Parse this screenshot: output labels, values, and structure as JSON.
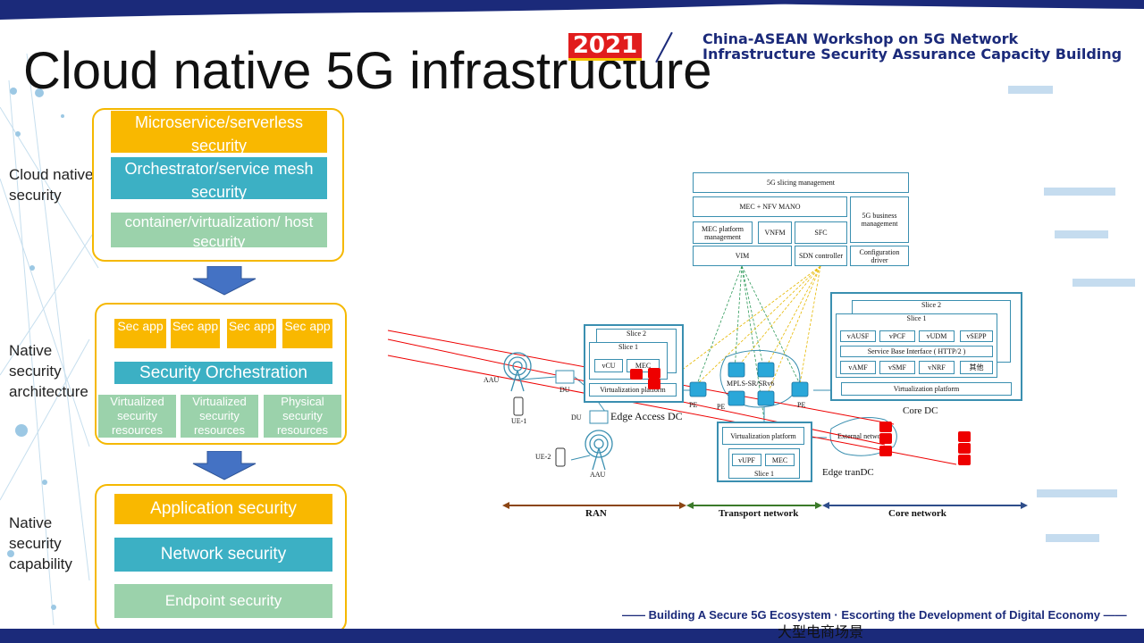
{
  "header": {
    "title": "Cloud native 5G infrastructure",
    "year_badge": "2021",
    "workshop_line1": "China-ASEAN Workshop on 5G Network",
    "workshop_line2": "Infrastructure Security Assurance Capacity Building"
  },
  "left": {
    "cloud_label": "Cloud native security",
    "cloud_items": [
      "Microservice/serverless security",
      "Orchestrator/service mesh security",
      "container/virtualization/ host security"
    ],
    "arch_label": "Native security architecture",
    "sec_apps": [
      "Sec app",
      "Sec app",
      "Sec app",
      "Sec app"
    ],
    "orchestration": "Security Orchestration",
    "resources": [
      "Virtualized security resources",
      "Virtualized security resources",
      "Physical security resources"
    ],
    "cap_label": "Native security capability",
    "cap_items": [
      "Application security",
      "Network security",
      "Endpoint security"
    ]
  },
  "diagram": {
    "slicing_mgmt": "5G slicing management",
    "mec_nfv": "MEC + NFV MANO",
    "business_mgmt": "5G business management",
    "mec_platform": "MEC platform management",
    "vnfm": "VNFM",
    "sfc": "SFC",
    "vim": "VIM",
    "sdn": "SDN controller",
    "config_driver": "Configuration driver",
    "slice2": "Slice 2",
    "slice1": "Slice 1",
    "core_nfs_row1": [
      "vAUSF",
      "vPCF",
      "vUDM",
      "vSEPP"
    ],
    "sbi": "Service Base Interface ( HTTP/2 )",
    "core_nfs_row2": [
      "vAMF",
      "vSMF",
      "vNRF",
      "其他"
    ],
    "virt_platform": "Virtualization platform",
    "core_dc": "Core DC",
    "edge_slice2": "Slice 2",
    "edge_slice1": "Slice 1",
    "vcu": "vCU",
    "mec": "MEC",
    "edge_virt": "Virtualization platform",
    "edge_access_dc": "Edge Access DC",
    "du_top": "DU",
    "du_bottom": "DU",
    "aau_top": "AAU",
    "aau_bottom": "AAU",
    "ue1": "UE-1",
    "ue2": "UE-2",
    "mpls": "MPLS-SR/SRv6",
    "pe": [
      "PE",
      "PE",
      "PE"
    ],
    "tran_virt": "Virtualization platform",
    "vupf": "vUPF",
    "tran_mec": "MEC",
    "tran_slice1": "Slice 1",
    "edge_tran_dc": "Edge tranDC",
    "external_net": "External network",
    "ran": "RAN",
    "transport": "Transport network",
    "core_network": "Core network"
  },
  "footer": {
    "tagline": "—— Building A Secure 5G Ecosystem · Escorting the Development of Digital Economy ——",
    "bottom_text": "大型电商场景"
  },
  "colors": {
    "navy": "#1b2a7a",
    "yellow": "#f9b800",
    "teal": "#3cb0c4",
    "green": "#9bd2ab",
    "red": "#e11d1d"
  }
}
